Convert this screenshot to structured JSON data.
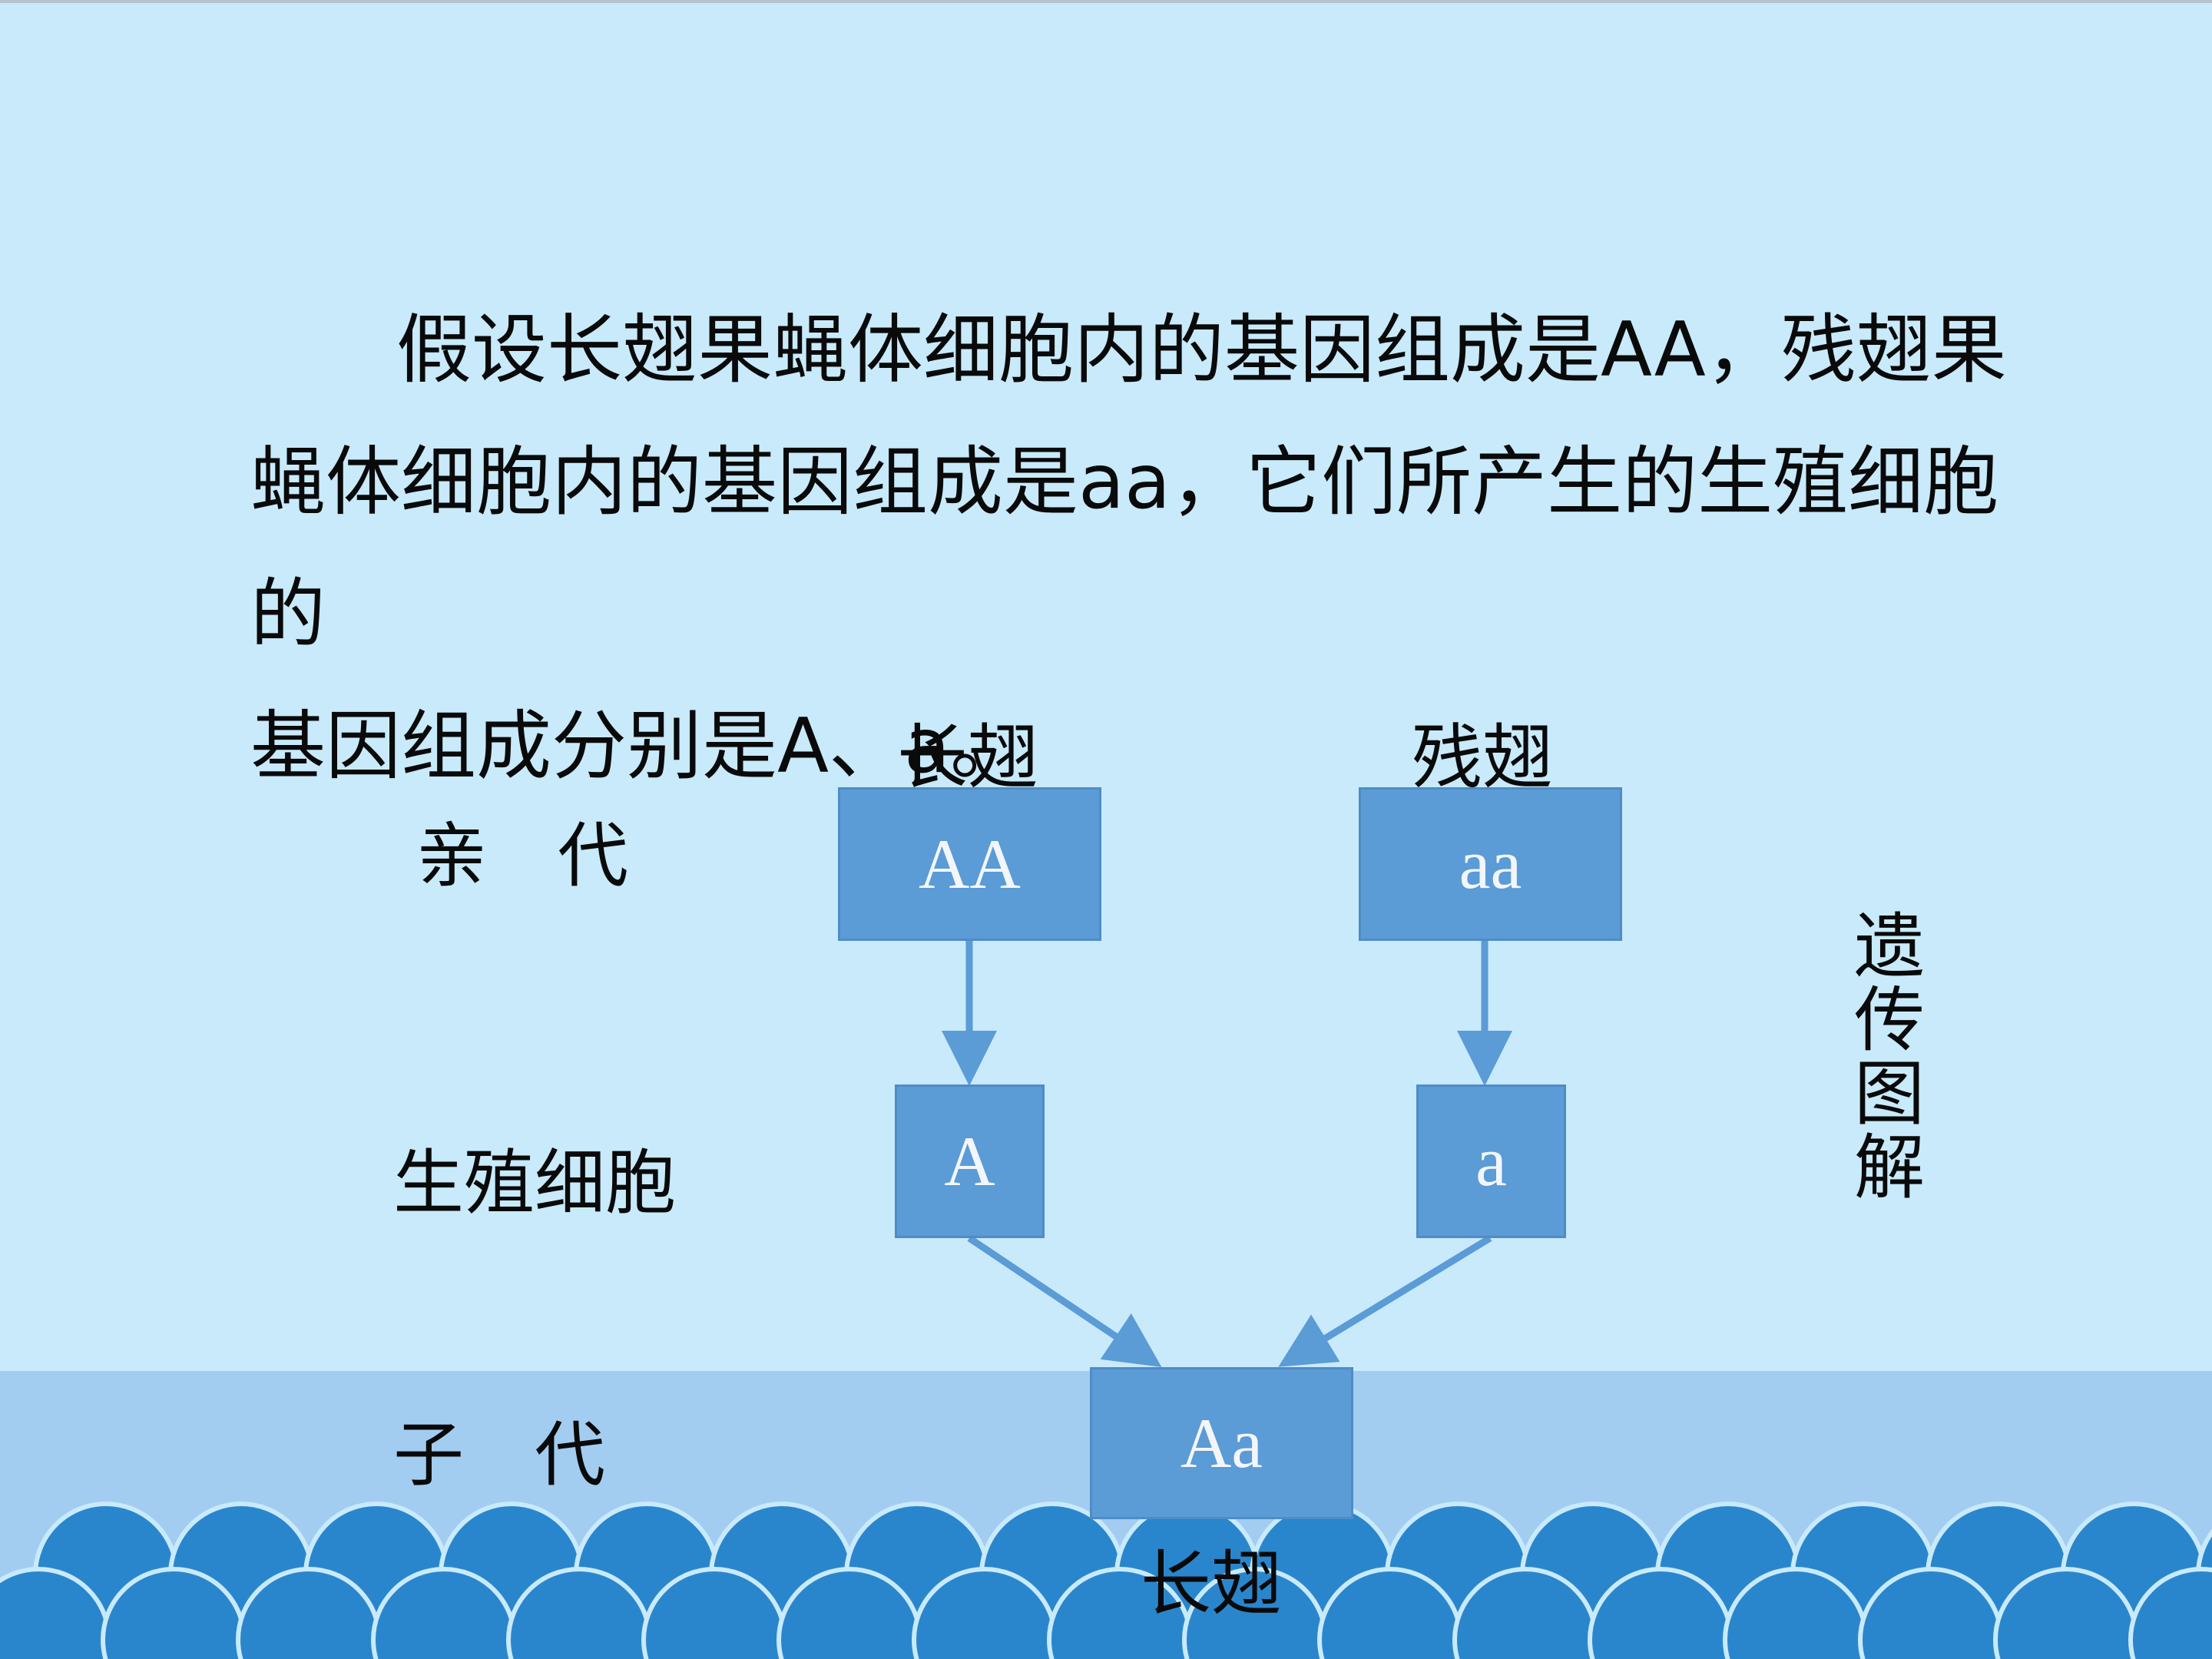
{
  "paragraph": {
    "line1": "假设长翅果蝇体细胞内的基因组成是AA，残翅果",
    "line2": "蝇体细胞内的基因组成是aa，它们所产生的生殖细胞的",
    "line3": "基因组成分别是A、a。"
  },
  "diagram": {
    "parent_left_trait": "长翅",
    "parent_right_trait": "残翅",
    "row_parent": "亲　代",
    "row_gamete": "生殖细胞",
    "row_offspring": "子　代",
    "parent_left_genotype": "AA",
    "parent_right_genotype": "aa",
    "gamete_left": "A",
    "gamete_right": "a",
    "offspring_genotype": "Aa",
    "offspring_trait": "长翅",
    "side_title": "遗传图解",
    "colors": {
      "box": "#5b9bd6",
      "arrow": "#5b9bd6",
      "band": "#a2cdf1",
      "scallop": "#2a86cc"
    }
  }
}
